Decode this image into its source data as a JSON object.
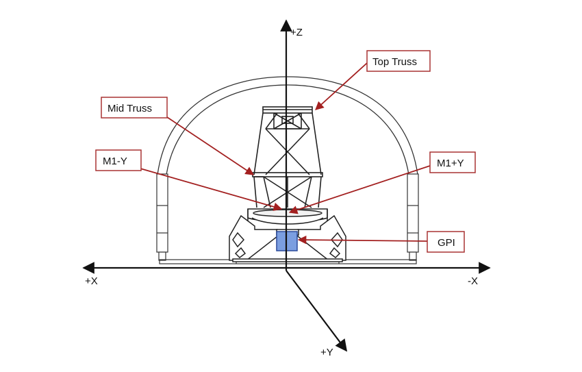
{
  "axes": {
    "z_label": "+Z",
    "x_pos_label": "+X",
    "x_neg_label": "-X",
    "y_label": "+Y"
  },
  "callouts": {
    "top_truss": "Top Truss",
    "mid_truss": "Mid Truss",
    "m1_minus_y": "M1-Y",
    "m1_plus_y": "M1+Y",
    "gpi": "GPI"
  },
  "colors": {
    "callout_border": "#a83232",
    "leader": "#a32020",
    "gpi_fill": "#7b9ee0",
    "structure": "#2a2a2a"
  }
}
